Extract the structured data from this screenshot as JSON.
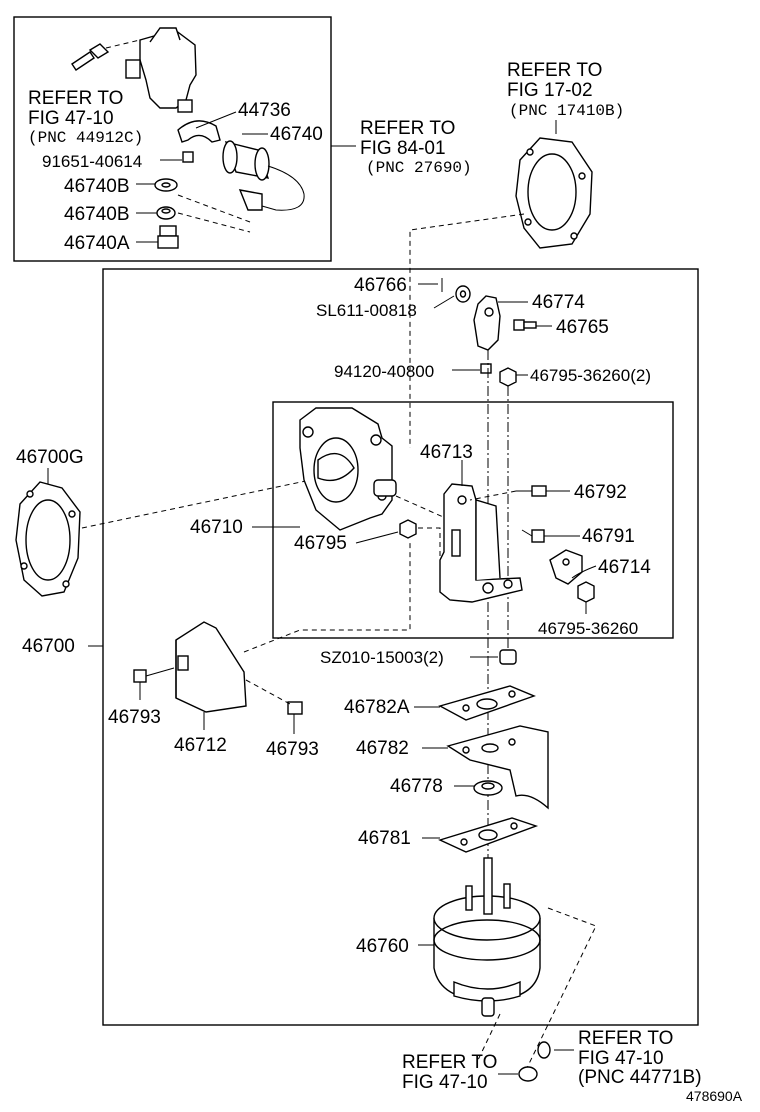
{
  "figure_id": "478690A",
  "refer_to": {
    "top_left": {
      "line1": "REFER TO",
      "line2": "FIG 47-10",
      "line3": "(PNC 44912C)"
    },
    "fig_84": {
      "line1": "REFER TO",
      "line2": "FIG 84-01",
      "line3": "(PNC 27690)"
    },
    "fig_17": {
      "line1": "REFER TO",
      "line2": "FIG 17-02",
      "line3": "(PNC 17410B)"
    },
    "bottom_left": {
      "line1": "REFER TO",
      "line2": "FIG 47-10"
    },
    "bottom_right": {
      "line1": "REFER TO",
      "line2": "FIG 47-10",
      "line3": "(PNC 44771B)"
    }
  },
  "parts": {
    "p44736": "44736",
    "p46740": "46740",
    "p91651": "91651-40614",
    "p46740B_1": "46740B",
    "p46740B_2": "46740B",
    "p46740A": "46740A",
    "p46700G": "46700G",
    "p46766": "46766",
    "pSL611": "SL611-00818",
    "p46774": "46774",
    "p46765": "46765",
    "p94120": "94120-40800",
    "p46795_36260_2": "46795-36260(2)",
    "p46713": "46713",
    "p46792": "46792",
    "p46710": "46710",
    "p46795": "46795",
    "p46791": "46791",
    "p46714": "46714",
    "p46795_36260": "46795-36260",
    "p46700": "46700",
    "pSZ010": "SZ010-15003(2)",
    "p46793_1": "46793",
    "p46793_2": "46793",
    "p46712": "46712",
    "p46782A": "46782A",
    "p46782": "46782",
    "p46778": "46778",
    "p46781": "46781",
    "p46760": "46760"
  }
}
